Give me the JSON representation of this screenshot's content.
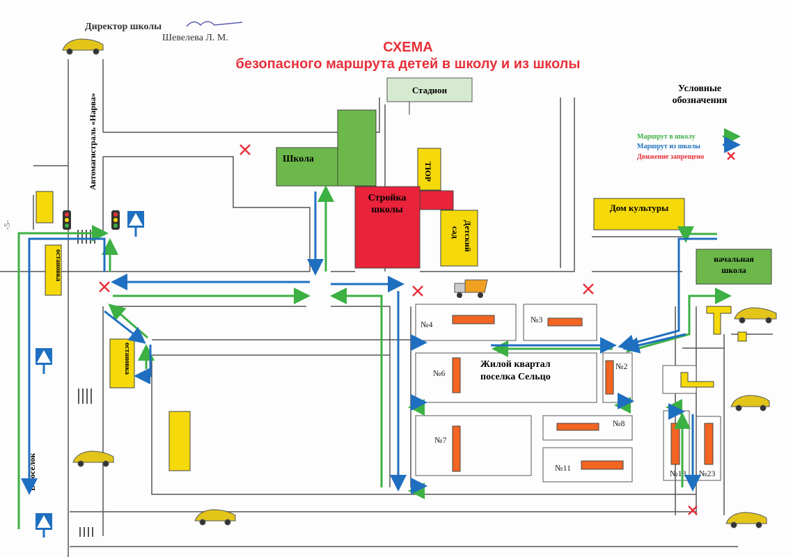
{
  "header": {
    "director_label": "Директор школы",
    "director_name": "Шевелева Л. М.",
    "page_number": "-5-",
    "title": "СХЕМА",
    "subtitle": "безопасного маршрута детей в школу и из школы"
  },
  "legend": {
    "title_line1": "Условные",
    "title_line2": "обозначения",
    "items": [
      {
        "label": "Маршрут в школу",
        "color": "#3cb043"
      },
      {
        "label": "Маршрут из школы",
        "color": "#1f6fc0"
      },
      {
        "label": "Движение запрещено",
        "color": "#e8303a"
      }
    ]
  },
  "map": {
    "road_label": "Автомагистраль «Нарва»",
    "to_village": "В поселок",
    "stadium": "Стадион",
    "school": "Школа",
    "tyur": "ТЮР",
    "construction_line1": "Стройка",
    "construction_line2": "школы",
    "kindergarten_line1": "Детский",
    "kindergarten_line2": "сад",
    "culture_house": "Дом культуры",
    "primary_school_line1": "начальная",
    "primary_school_line2": "школа",
    "bus_stop_1": "остановка",
    "bus_stop_2": "остановка",
    "district_line1": "Жилой квартал",
    "district_line2": "поселка Сельцо",
    "houses": [
      "№4",
      "№3",
      "№6",
      "№2",
      "№7",
      "№8",
      "№11",
      "№18",
      "№23"
    ]
  },
  "colors": {
    "green_route": "#3cb043",
    "blue_route": "#1f6fc0",
    "forbidden": "#e8303a",
    "school": "#6cb84a",
    "construction": "#e8233a",
    "yellow": "#f5d90a",
    "house": "#f26522"
  }
}
